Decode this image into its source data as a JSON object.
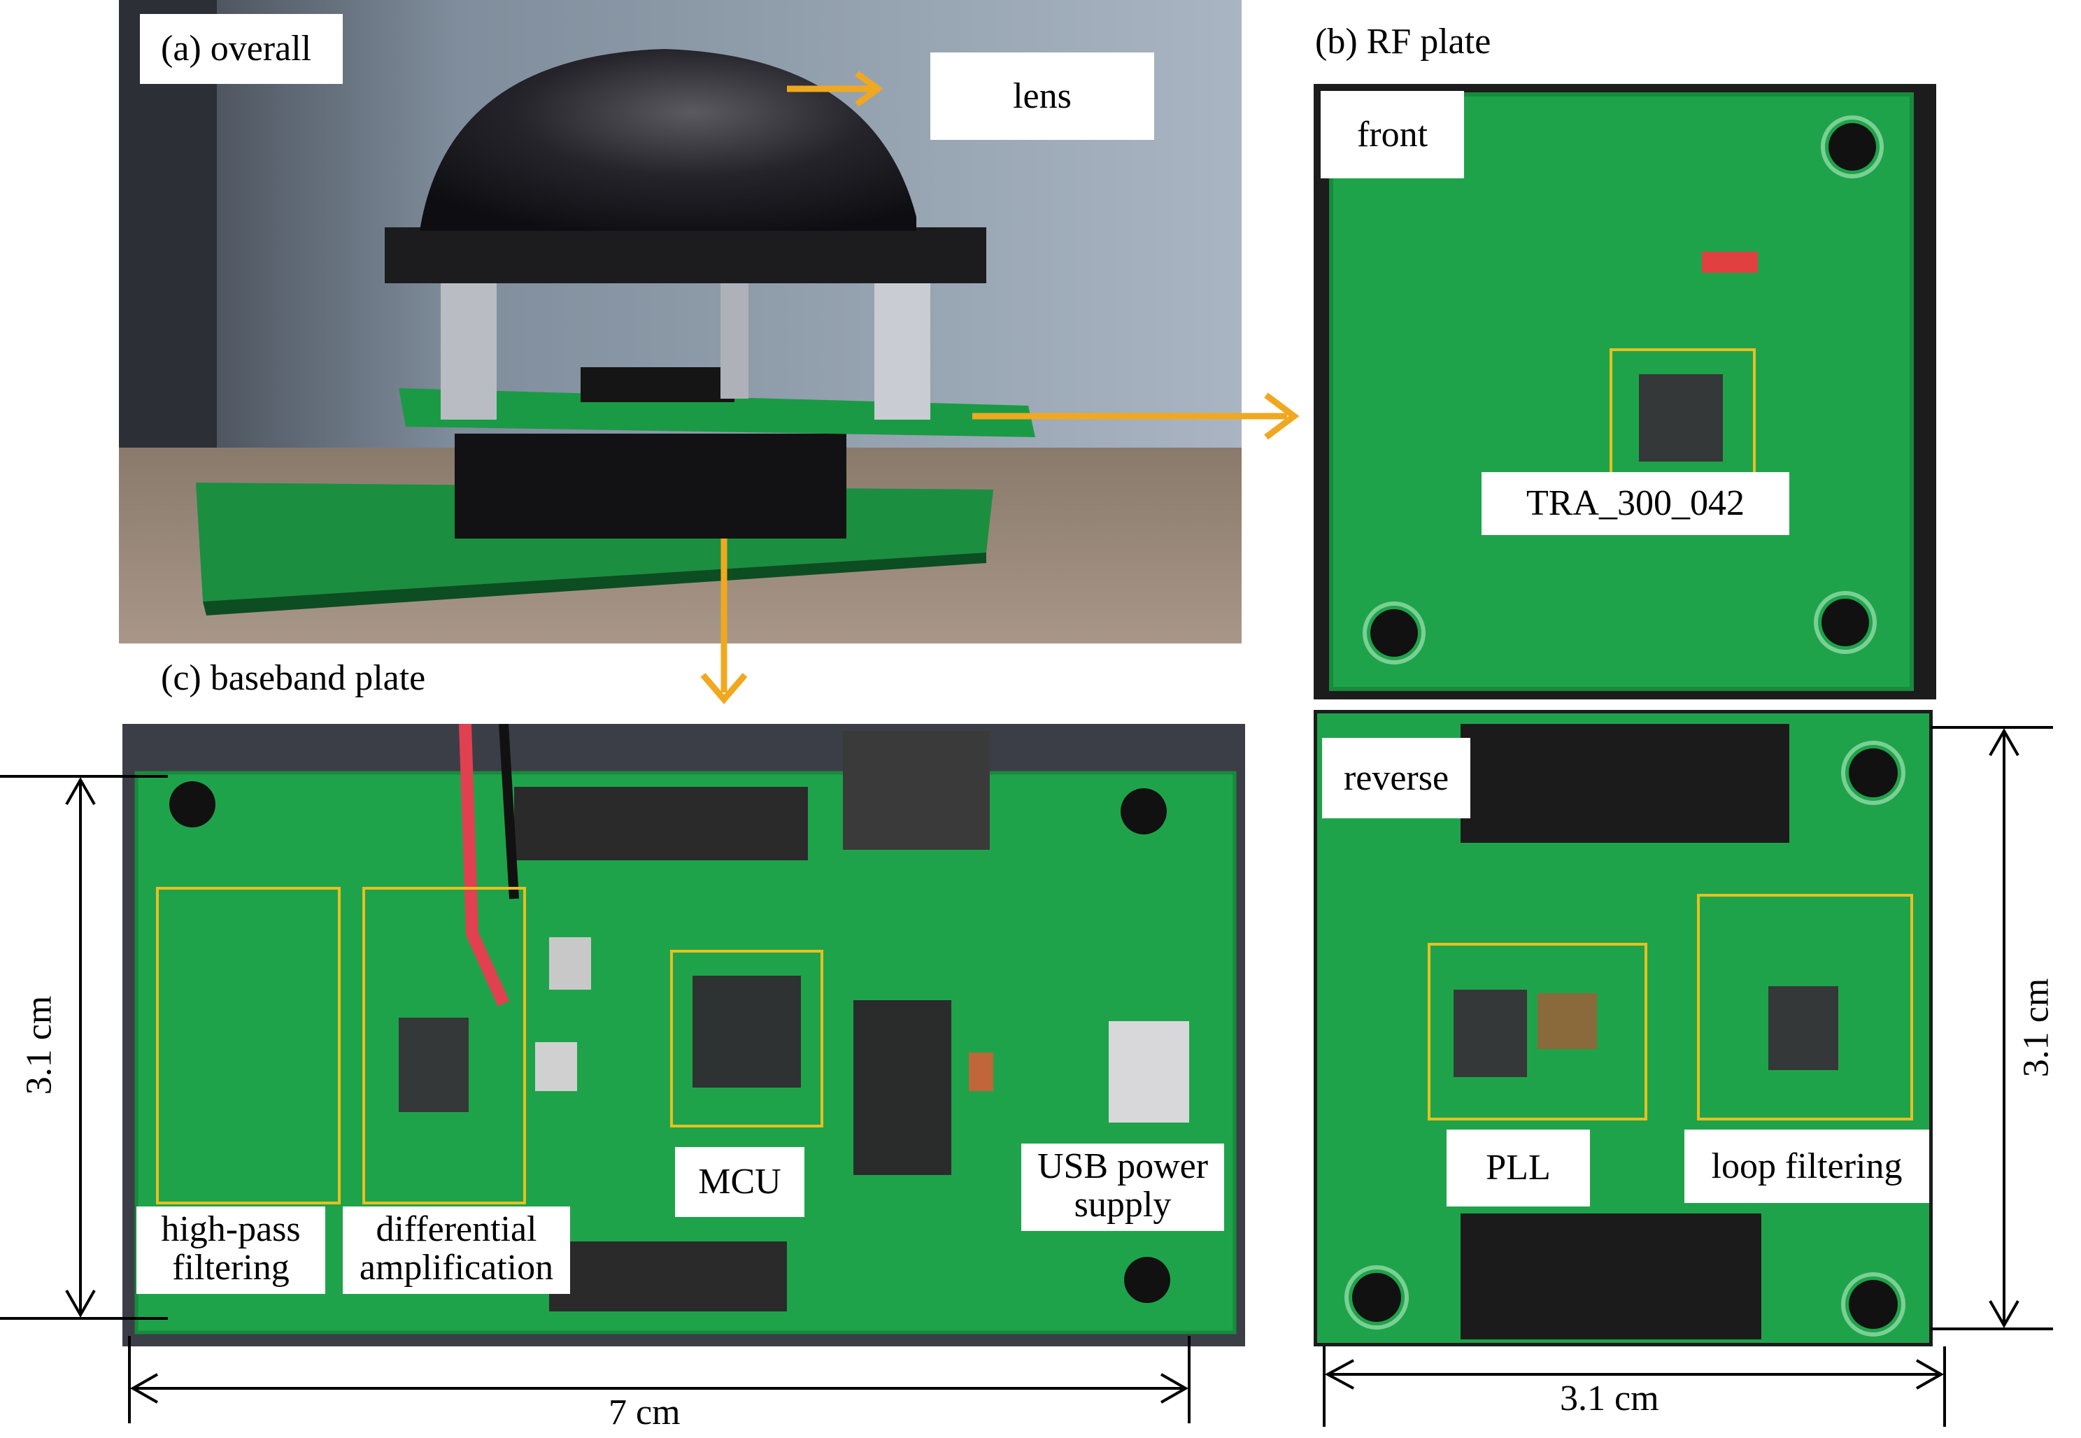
{
  "panels": {
    "overall": {
      "title": "(a) overall",
      "lens_label": "lens"
    },
    "rf_plate": {
      "title": "(b) RF plate",
      "front_label": "front",
      "reverse_label": "reverse",
      "chip_label": "TRA_300_042",
      "pll_label": "PLL",
      "loop_label": "loop filtering",
      "width_dim": "3.1 cm",
      "height_dim": "3.1 cm"
    },
    "baseband": {
      "title": "(c) baseband plate",
      "highpass_label_1": "high-pass",
      "highpass_label_2": "filtering",
      "diffamp_label_1": "differential",
      "diffamp_label_2": "amplification",
      "mcu_label": "MCU",
      "usb_label_1": "USB power",
      "usb_label_2": "supply",
      "width_dim": "7 cm",
      "height_dim": "3.1 cm"
    }
  },
  "colors": {
    "pcb_green": "#1fa34a",
    "pcb_dark": "#0f7a35",
    "arrow_orange": "#f0a820",
    "highlight_yellow": "#e8c020",
    "lens_black": "#1a1a1c",
    "background_wall": "#5a6878"
  }
}
